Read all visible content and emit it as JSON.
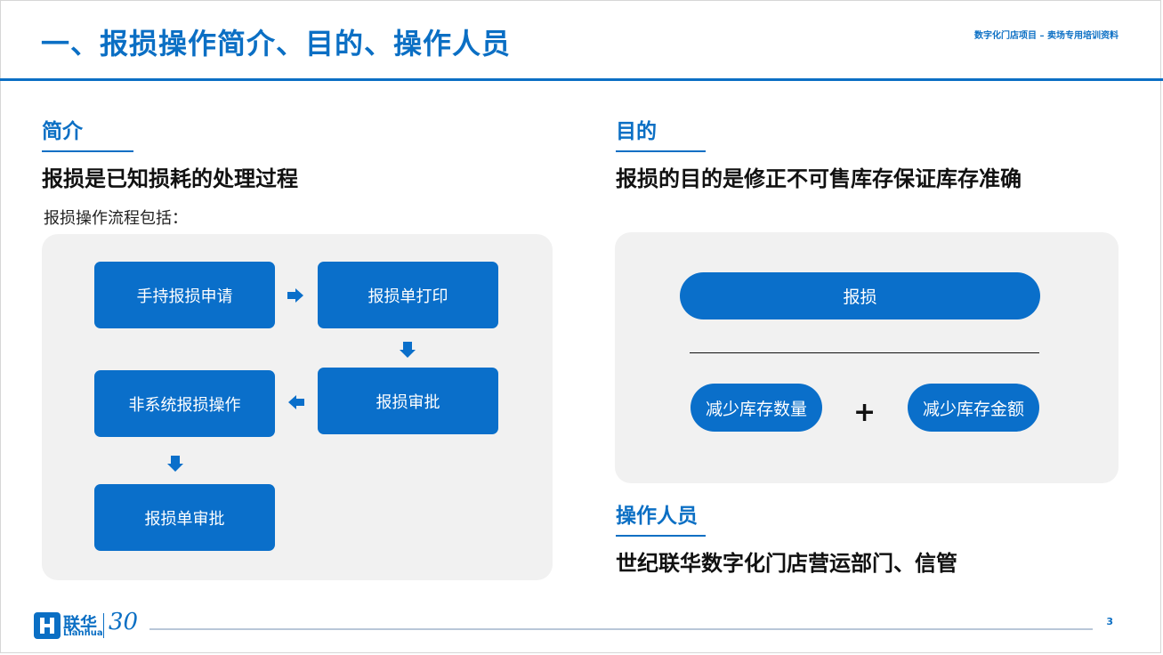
{
  "header": {
    "title": "一、报损操作简介、目的、操作人员",
    "note": "数字化门店项目 – 卖场专用培训资料"
  },
  "intro": {
    "heading": "简介",
    "subheading": "报损是已知损耗的处理过程",
    "flow_caption": "报损操作流程包括：",
    "steps": [
      "手持报损申请",
      "报损单打印",
      "报损审批",
      "非系统报损操作",
      "报损单审批"
    ]
  },
  "purpose": {
    "heading": "目的",
    "subheading": "报损的目的是修正不可售库存保证库存准确",
    "equation": {
      "top": "报损",
      "left": "减少库存数量",
      "operator": "+",
      "right": "减少库存金额"
    }
  },
  "operators": {
    "heading": "操作人员",
    "text": "世纪联华数字化门店营运部门、信管"
  },
  "footer": {
    "logo_cn": "联华",
    "logo_en": "Lianhua",
    "anniversary": "30",
    "page": "3"
  },
  "colors": {
    "brand_blue": "#0b6fc4",
    "box_blue": "#0a6fca",
    "panel_gray": "#f1f1f1"
  }
}
